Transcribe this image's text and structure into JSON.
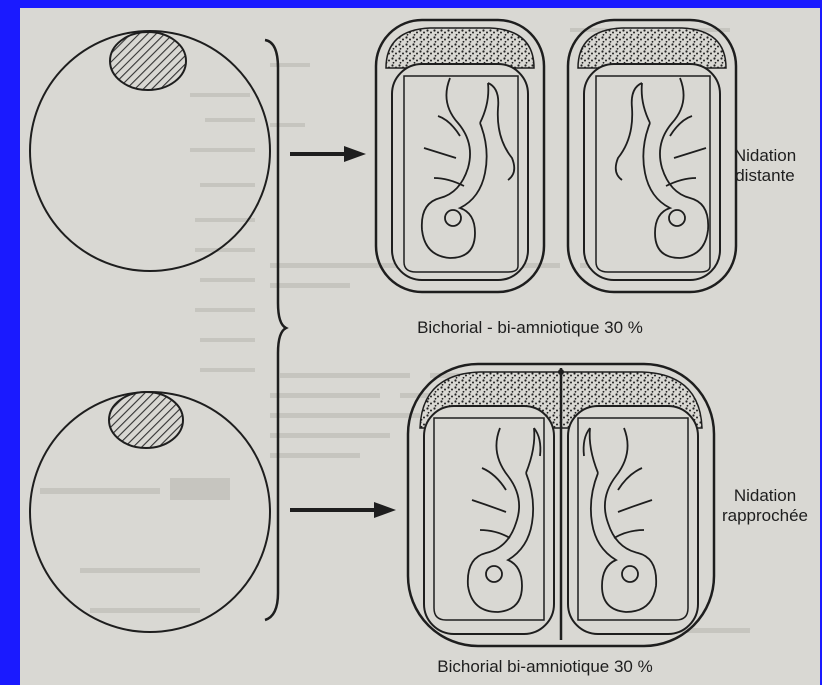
{
  "diagram": {
    "top": {
      "caption": "Bichorial - bi-amniotique 30 %",
      "nidation_line1": "Nidation",
      "nidation_line2": "distante"
    },
    "bottom": {
      "caption": "Bichorial bi-amniotique 30 %",
      "nidation_line1": "Nidation",
      "nidation_line2": "rapprochée"
    }
  },
  "colors": {
    "frame": "#1a1aff",
    "paper": "#d9d8d3",
    "ink": "#1e1e1e"
  }
}
